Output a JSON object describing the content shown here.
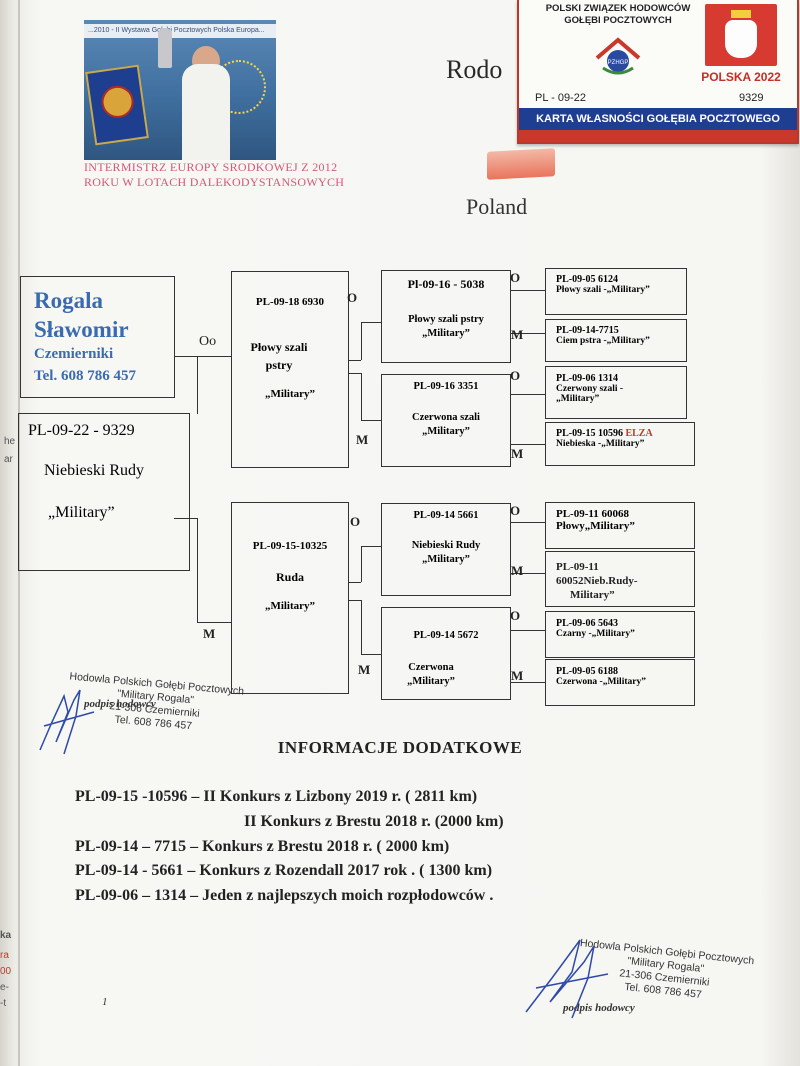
{
  "header": {
    "title_fragment": "Rodo",
    "country": "Poland",
    "photo_caption": [
      "INTERMISTRZ  EUROPY  SRODKOWEJ  Z  2012",
      "ROKU W LOTACH DALEKODYSTANSOWYCH"
    ],
    "photo_banner": "...2010 - II Wystawa Gołębi Pocztowych Polska Europa..."
  },
  "card": {
    "org_lines": [
      "POLSKI ZWIĄZEK HODOWCÓW",
      "GOŁĘBI POCZTOWYCH"
    ],
    "logo_text": "PZHGP",
    "year_label": "POLSKA 2022",
    "ring_prefix": "PL - 09-22",
    "ring_number": "9329",
    "footer": "KARTA WŁASNOŚCI GOŁĘBIA POCZTOWEGO",
    "colors": {
      "red": "#c9392b",
      "blue": "#1e3e92"
    }
  },
  "breeder": {
    "name_line1": "Rogala",
    "name_line2": "Sławomir",
    "town": "Czemierniki",
    "tel": "Tel. 608 786 457",
    "color": "#3a6bb0"
  },
  "pedigree": {
    "subject": {
      "ring": "PL-09-22 - 9329",
      "color": "Niebieski Rudy",
      "line": "„Military”"
    },
    "labels": {
      "father": "Oo",
      "mother": "M",
      "o": "O",
      "m": "M"
    },
    "sire": {
      "ring": "PL-09-18  6930",
      "color": "Płowy szali pstry",
      "line": "„Military”"
    },
    "dam": {
      "ring": "PL-09-15-10325",
      "color": "Ruda",
      "line": "„Military”"
    },
    "sire_sire": {
      "ring": "Pl-09-16 - 5038",
      "color": "Płowy szali  pstry",
      "line": "„Military”"
    },
    "sire_dam": {
      "ring": "PL-09-16  3351",
      "color": "Czerwona szali",
      "line": "„Military”"
    },
    "dam_sire": {
      "ring": "PL-09-14 5661",
      "color": "Niebieski Rudy",
      "line": "„Military”"
    },
    "dam_dam": {
      "ring": "PL-09-14 5672",
      "color": "Czerwona",
      "line": "„Military”"
    },
    "g3": [
      {
        "ring": "PL-09-05 6124",
        "desc": "Płowy szali -„Military”"
      },
      {
        "ring": "PL-09-14-7715",
        "desc": "Ciem pstra -„Military”"
      },
      {
        "ring": "PL-09-06  1314",
        "desc": "Czerwony szali -",
        "desc2": "„Military”"
      },
      {
        "ring": "PL-09-15 10596",
        "name": "ELZA",
        "desc": "Niebieska -„Military”"
      },
      {
        "ring": "PL-09-11 60068",
        "desc": "Płowy„Military”"
      },
      {
        "ring": "PL-09-11",
        "desc": "60052Nieb.Rudy-",
        "desc2": "Military”"
      },
      {
        "ring": "PL-09-06  5643",
        "desc": "Czarny  -„Military”"
      },
      {
        "ring": "PL-09-05  6188",
        "desc": "Czerwona  -„Military”"
      }
    ],
    "elza_color": "#c0392b"
  },
  "stamp": {
    "line1": "Hodowla Polskich Gołębi Pocztowych",
    "line2": "\"Military Rogala\"",
    "line3": "21-306 Czemierniki",
    "line4": "Tel. 608 786 457",
    "sign_label": "podpis hodowcy"
  },
  "info": {
    "title": "INFORMACJE  DODATKOWE",
    "lines": [
      "PL-09-15 -10596 – II Konkurs z Lizbony 2019 r. ( 2811 km)",
      "II Konkurs z Brestu 2018 r. (2000 km)",
      "PL-09-14 – 7715 – Konkurs z Brestu 2018 r. ( 2000 km)",
      "PL-09-14  - 5661 – Konkurs z Rozendall 2017 rok . ( 1300 km)",
      "PL-09-06 – 1314 – Jeden z najlepszych moich rozpłodowców ."
    ]
  },
  "page_number": "1",
  "margin_fragments": [
    "he",
    "ar",
    "ka",
    "ra",
    "00",
    "e-",
    "-t"
  ]
}
